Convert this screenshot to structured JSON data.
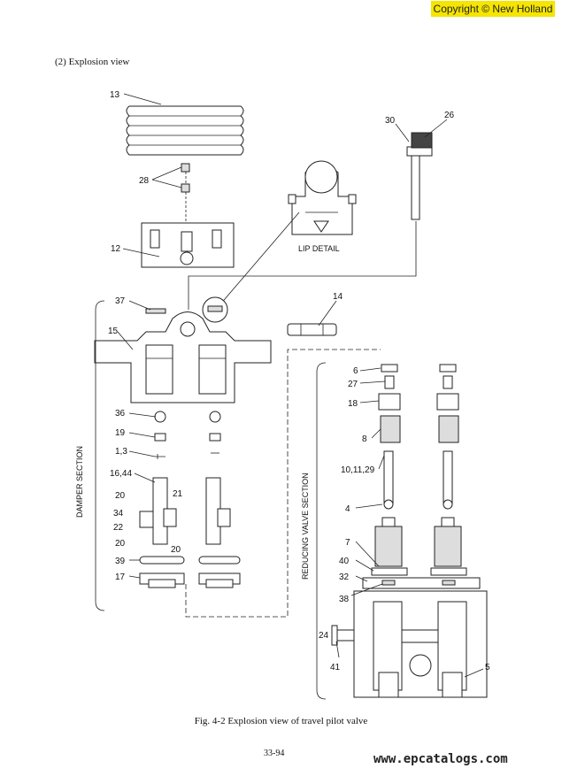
{
  "copyright": "Copyright © New Holland",
  "heading": "(2)  Explosion view",
  "lip_detail": "LIP DETAIL",
  "damper_section": "DAMPER SECTION",
  "reducing_section": "REDUCING VALVE SECTION",
  "caption": "Fig. 4-2    Explosion view of travel pilot valve",
  "page_number": "33-94",
  "watermark": "www.epcatalogs.com",
  "labels": [
    "13",
    "30",
    "26",
    "28",
    "12",
    "14",
    "37",
    "15",
    "6",
    "27",
    "18",
    "36",
    "8",
    "19",
    "1,3",
    "10,11,29",
    "16,44",
    "21",
    "20",
    "34",
    "22",
    "4",
    "20",
    "20",
    "7",
    "39",
    "40",
    "32",
    "17",
    "38",
    "24",
    "41",
    "5"
  ]
}
